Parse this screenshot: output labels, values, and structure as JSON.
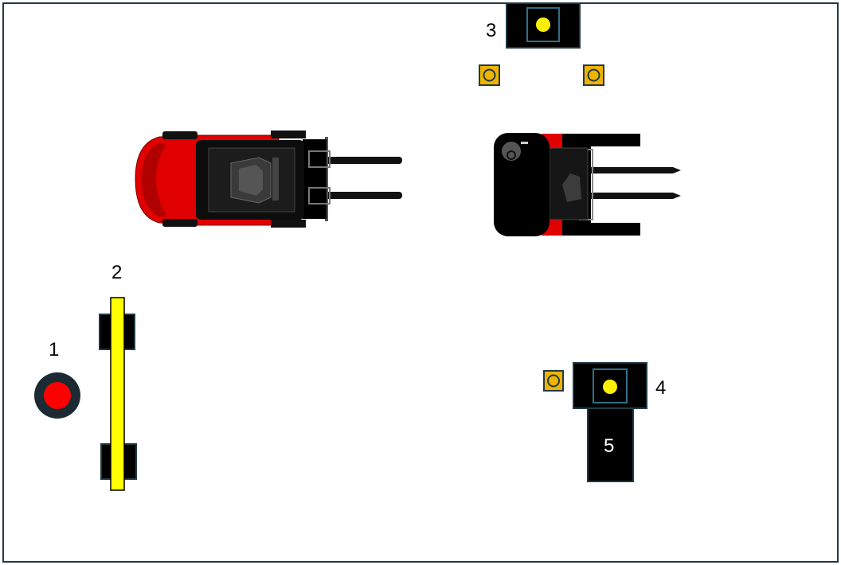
{
  "labels": {
    "m1": "1",
    "m2": "2",
    "m3": "3",
    "m4": "4",
    "m5": "5"
  },
  "icons": {
    "forklift_side": "forklift-side-view-icon",
    "forklift_front": "forklift-front-view-icon",
    "beacon": "beacon-icon",
    "sensor": "sensor-icon",
    "barrier": "barrier-gate-icon",
    "marker": "red-marker-icon"
  },
  "colors": {
    "border": "#1f3a44",
    "dark": "#000000",
    "forklift_red": "#e00000",
    "barrier_yellow": "#ffff00",
    "sensor_orange": "#f0b400",
    "beacon_yellow": "#ffef00",
    "marker_red": "#ff0000",
    "label_white": "#ffffff"
  }
}
